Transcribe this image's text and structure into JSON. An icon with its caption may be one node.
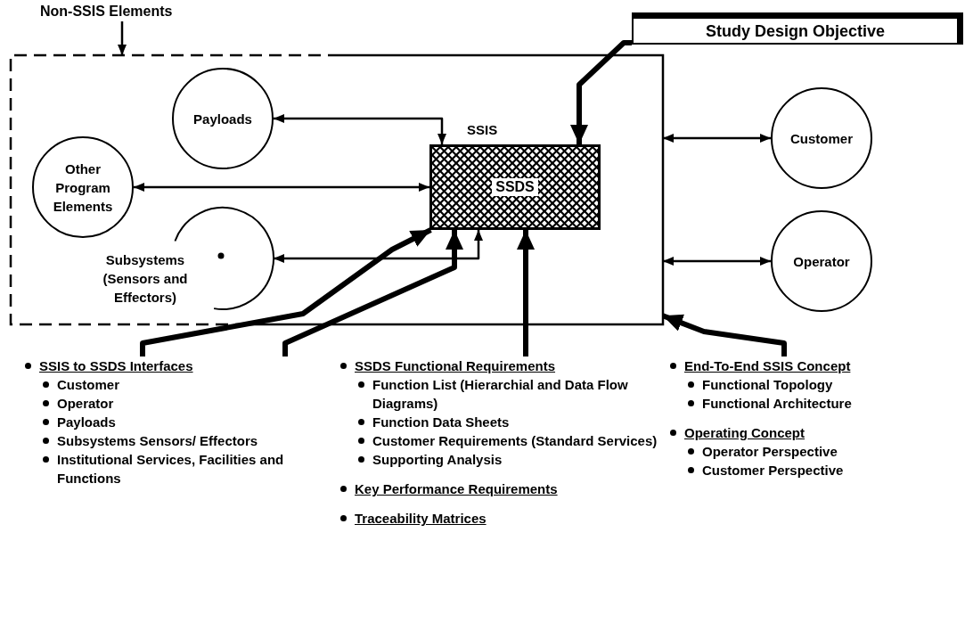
{
  "diagram": {
    "nodes": [
      {
        "text": [
          "Non-SSIS Elements"
        ]
      },
      {
        "text": [
          "Study Design Objective"
        ]
      },
      {
        "text": [
          "SSIS"
        ]
      },
      {
        "text": [
          "Payloads"
        ],
        "in": 2
      },
      {
        "text": [
          "Other Program Elements"
        ],
        "in": 2
      },
      {
        "text": [
          "SSDS"
        ],
        "in": 2
      },
      {
        "text": [
          "Subsystems (Sensors and Effectors)"
        ],
        "in": 2
      },
      {
        "text": [
          "Customer"
        ]
      },
      {
        "text": [
          "Operator"
        ]
      },
      {
        "text": [
          "SSIS to SSDS Interfaces",
          "Customer",
          "Operator",
          "Payloads",
          "Subsystems Sensors/ Effectors",
          "Institutional Services, Facilities and Functions"
        ]
      },
      {
        "text": [
          "SSDS Functional Requirements",
          "Function List (Hierarchial and Data Flow Diagrams)",
          "Function Data Sheets",
          "Customer Requirements (Standard Services)",
          "Supporting Analysis",
          "Key Performance Requirements",
          "Traceability Matrices"
        ]
      },
      {
        "text": [
          "End-To-End SSIS Concept",
          "Functional Topology",
          "Functional Architecture",
          "Operating Concept",
          "Operator Perspective",
          "Customer Perspective"
        ]
      }
    ],
    "edges": [
      {
        "from": 0,
        "to": 2,
        "arrow": "to"
      },
      {
        "from": 1,
        "to": 5,
        "arrow": "to",
        "style": "thick"
      },
      {
        "from": 3,
        "to": 5,
        "arrow": "both"
      },
      {
        "from": 4,
        "to": 5,
        "arrow": "both"
      },
      {
        "from": 5,
        "to": 6,
        "arrow": "both"
      },
      {
        "from": 2,
        "to": 7,
        "arrow": "both"
      },
      {
        "from": 2,
        "to": 8,
        "arrow": "both"
      },
      {
        "from": 9,
        "to": 5,
        "arrow": "to",
        "style": "thick"
      },
      {
        "from": 9,
        "to": 5,
        "arrow": "to",
        "style": "thick"
      },
      {
        "from": 10,
        "to": 5,
        "arrow": "to",
        "style": "thick"
      },
      {
        "from": 11,
        "to": 2,
        "arrow": "to",
        "style": "thick"
      }
    ]
  }
}
